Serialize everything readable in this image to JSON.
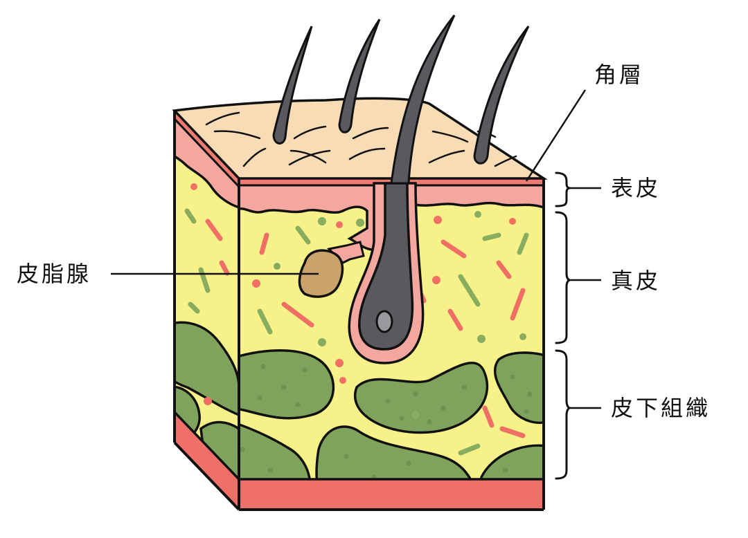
{
  "diagram": {
    "subject": "skin cross-section",
    "labels": {
      "stratum_corneum": "角層",
      "epidermis": "表皮",
      "dermis": "真皮",
      "sebaceous_gland": "皮脂腺",
      "subcutaneous_tissue": "皮下組織"
    },
    "colors": {
      "outline": "#111111",
      "top_surface": "#f7dcb5",
      "epidermis_dark": "#ee7b72",
      "epidermis_light": "#f4a79f",
      "dermis": "#f7f18a",
      "fat": "#7fa35c",
      "fat_dots": "#6a8a4c",
      "fiber_red": "#ef6f64",
      "fiber_green": "#88ad5f",
      "hair": "#5a5a5e",
      "hair_bulb_core": "#9a9a9e",
      "sebaceous": "#c9a36b",
      "base": "#ee7068"
    }
  }
}
